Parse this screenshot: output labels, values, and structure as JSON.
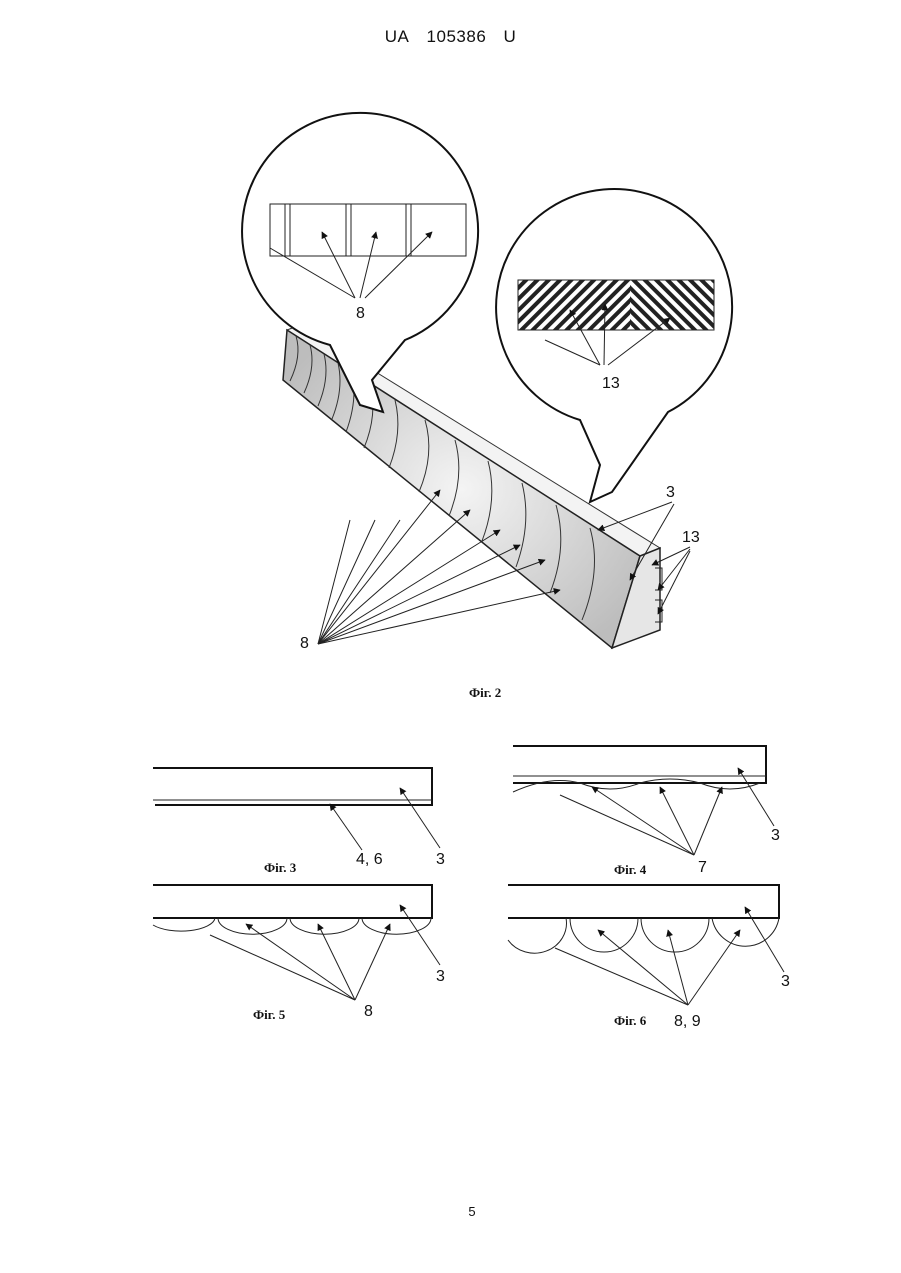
{
  "header": {
    "country": "UA",
    "number": "105386",
    "kind": "U"
  },
  "page_number": "5",
  "figures": {
    "fig2": {
      "caption": "Фіг. 2",
      "labels": {
        "zoom_left": "8",
        "zoom_right": "13",
        "beam_3": "3",
        "beam_13": "13",
        "beam_8": "8"
      }
    },
    "fig3": {
      "caption": "Фіг. 3",
      "labels": {
        "a": "4, 6",
        "b": "3"
      }
    },
    "fig4": {
      "caption": "Фіг. 4",
      "labels": {
        "a": "7",
        "b": "3"
      }
    },
    "fig5": {
      "caption": "Фіг. 5",
      "labels": {
        "a": "8",
        "b": "3"
      }
    },
    "fig6": {
      "caption": "Фіг. 6",
      "labels": {
        "a": "8, 9",
        "b": "3"
      }
    }
  }
}
